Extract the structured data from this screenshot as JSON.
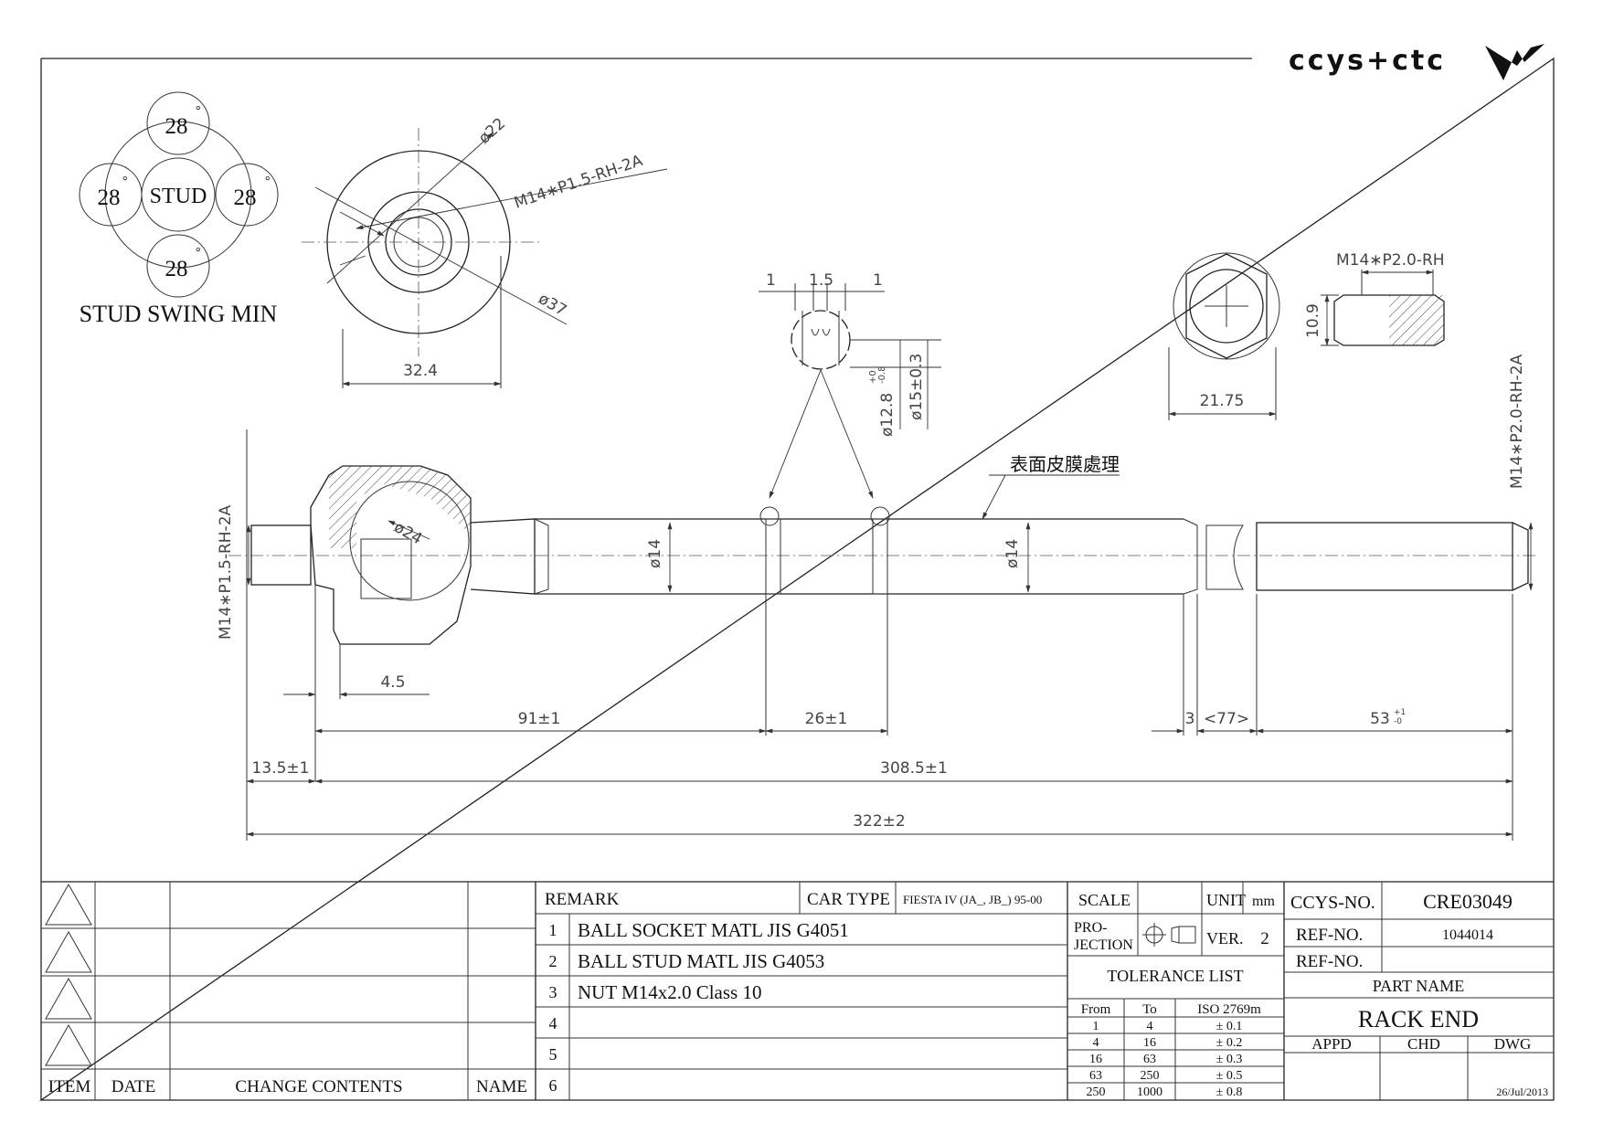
{
  "brand": {
    "logo_text": "ccys+ctc"
  },
  "swing": {
    "center_label": "STUD",
    "angles": [
      "28",
      "28",
      "28",
      "28"
    ],
    "degree_mark": "°",
    "caption": "STUD SWING MIN"
  },
  "top_view": {
    "d22": "ø22",
    "thread": "M14∗P1.5-RH-2A",
    "d37": "ø37",
    "width": "32.4"
  },
  "groove_detail": {
    "left": "1",
    "mid": "1.5",
    "right": "1",
    "d128": "ø12.8",
    "d128_tol_upper": "+0",
    "d128_tol_lower": "-0.8",
    "d15": "ø15±0.3"
  },
  "nut": {
    "thread": "M14∗P2.0-RH",
    "height": "10.9",
    "width": "21.75"
  },
  "main": {
    "coating_note": "表面皮膜處理",
    "left_thread": "M14∗P1.5-RH-2A",
    "right_thread": "M14∗P2.0-RH-2A",
    "ball": "ø24",
    "shaft_d_left": "ø14",
    "shaft_d_right": "ø14",
    "dim_4_5": "4.5",
    "dim_91": "91±1",
    "dim_26": "26±1",
    "dim_3": "3",
    "dim_77": "<77>",
    "dim_53": "53",
    "dim_53_tol_upper": "+1",
    "dim_53_tol_lower": "-0",
    "dim_13_5": "13.5±1",
    "dim_308_5": "308.5±1",
    "dim_322": "322±2"
  },
  "revision_table": {
    "headers": {
      "item": "ITEM",
      "date": "DATE",
      "change": "CHANGE CONTENTS",
      "name": "NAME"
    }
  },
  "remarks": {
    "remark_label": "REMARK",
    "car_type_label": "CAR TYPE",
    "car_type_value": "FIESTA IV (JA_, JB_) 95-00",
    "rows": [
      {
        "no": "1",
        "text": "BALL SOCKET  MATL JIS G4051"
      },
      {
        "no": "2",
        "text": "BALL STUD  MATL JIS G4053"
      },
      {
        "no": "3",
        "text": "NUT M14x2.0 Class 10"
      },
      {
        "no": "4",
        "text": ""
      },
      {
        "no": "5",
        "text": ""
      },
      {
        "no": "6",
        "text": ""
      }
    ]
  },
  "spec": {
    "scale_label": "SCALE",
    "scale_value": "",
    "unit_label": "UNIT",
    "unit_value": "mm",
    "projection_label": "PRO-\nJECTION",
    "projection_l1": "PRO-",
    "projection_l2": "JECTION",
    "ver_label": "VER.",
    "ver_value": "2",
    "tolerance_title": "TOLERANCE LIST",
    "tol_headers": {
      "from": "From",
      "to": "To",
      "std": "ISO 2769m"
    },
    "tolerances": [
      {
        "from": "1",
        "to": "4",
        "tol": "± 0.1"
      },
      {
        "from": "4",
        "to": "16",
        "tol": "± 0.2"
      },
      {
        "from": "16",
        "to": "63",
        "tol": "± 0.3"
      },
      {
        "from": "63",
        "to": "250",
        "tol": "± 0.5"
      },
      {
        "from": "250",
        "to": "1000",
        "tol": "± 0.8"
      }
    ]
  },
  "title_block": {
    "ccys_no_label": "CCYS-NO.",
    "ccys_no": "CRE03049",
    "ref_no_label": "REF-NO.",
    "ref_no": "1044014",
    "ref_no2_label": "REF-NO.",
    "ref_no2": "",
    "part_name_label": "PART NAME",
    "part_name": "RACK END",
    "appd": "APPD",
    "chd": "CHD",
    "dwg": "DWG",
    "date": "26/Jul/2013"
  }
}
